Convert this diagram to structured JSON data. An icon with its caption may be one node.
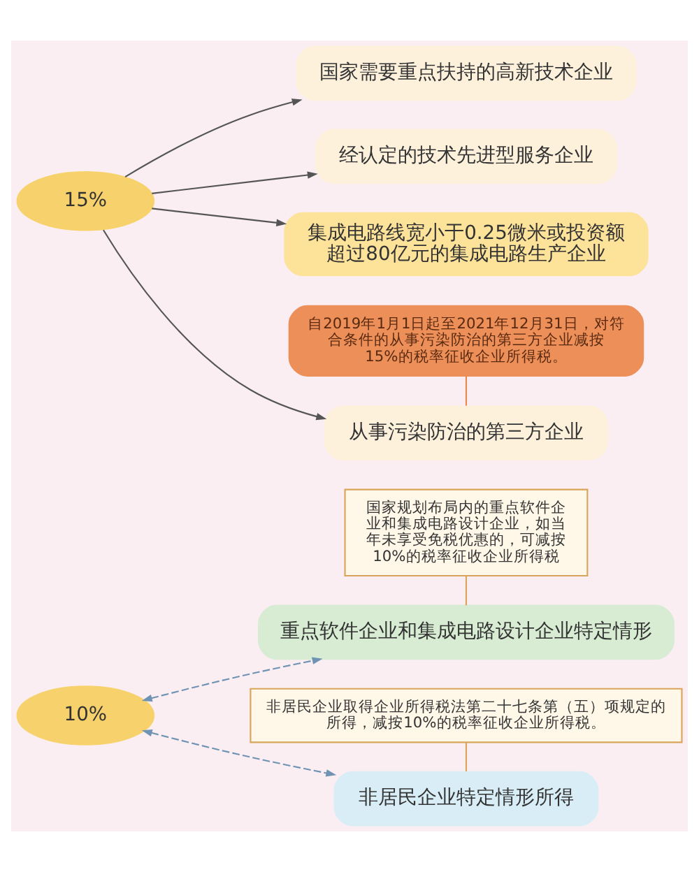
{
  "diagram": {
    "nodes": [
      {
        "text": [
          "15%"
        ]
      },
      {
        "text": [
          "国家需要重点扶持的高新技术企业"
        ]
      },
      {
        "text": [
          "经认定的技术先进型服务企业"
        ]
      },
      {
        "text": [
          "集成电路线宽小于0.25微米或投资额超过80亿元的集成电路生产企业"
        ]
      },
      {
        "text": [
          "自2019年1月1日起至2021年12月31日，对符合条件的从事污染防治的第三方企业减按15%的税率征收企业所得税。"
        ]
      },
      {
        "text": [
          "从事污染防治的第三方企业"
        ]
      },
      {
        "text": [
          "国家规划布局内的重点软件企业和集成电路设计企业，如当年未享受免税优惠的，可减按10%的税率征收企业所得税"
        ]
      },
      {
        "text": [
          "重点软件企业和集成电路设计企业特定情形"
        ]
      },
      {
        "text": [
          "10%"
        ]
      },
      {
        "text": [
          "非居民企业取得企业所得税法第二十七条第（五）项规定的所得，减按10%的税率征收企业所得税。"
        ]
      },
      {
        "text": [
          "非居民企业特定情形所得"
        ]
      }
    ],
    "edges": [
      {
        "from": 0,
        "to": 1,
        "arrow": "to"
      },
      {
        "from": 0,
        "to": 2,
        "arrow": "to"
      },
      {
        "from": 0,
        "to": 3,
        "arrow": "to"
      },
      {
        "from": 0,
        "to": 5,
        "arrow": "to"
      },
      {
        "from": 4,
        "to": 5,
        "arrow": "none",
        "color": "#e8884f"
      },
      {
        "from": 6,
        "to": 7,
        "arrow": "none",
        "color": "#d9a55a"
      },
      {
        "from": 8,
        "to": 7,
        "arrow": "both",
        "style": "dashed",
        "color": "#6f93b3"
      },
      {
        "from": 8,
        "to": 10,
        "arrow": "both",
        "style": "dashed",
        "color": "#6f93b3"
      },
      {
        "from": 9,
        "to": 10,
        "arrow": "none",
        "color": "#d9a55a"
      }
    ]
  }
}
